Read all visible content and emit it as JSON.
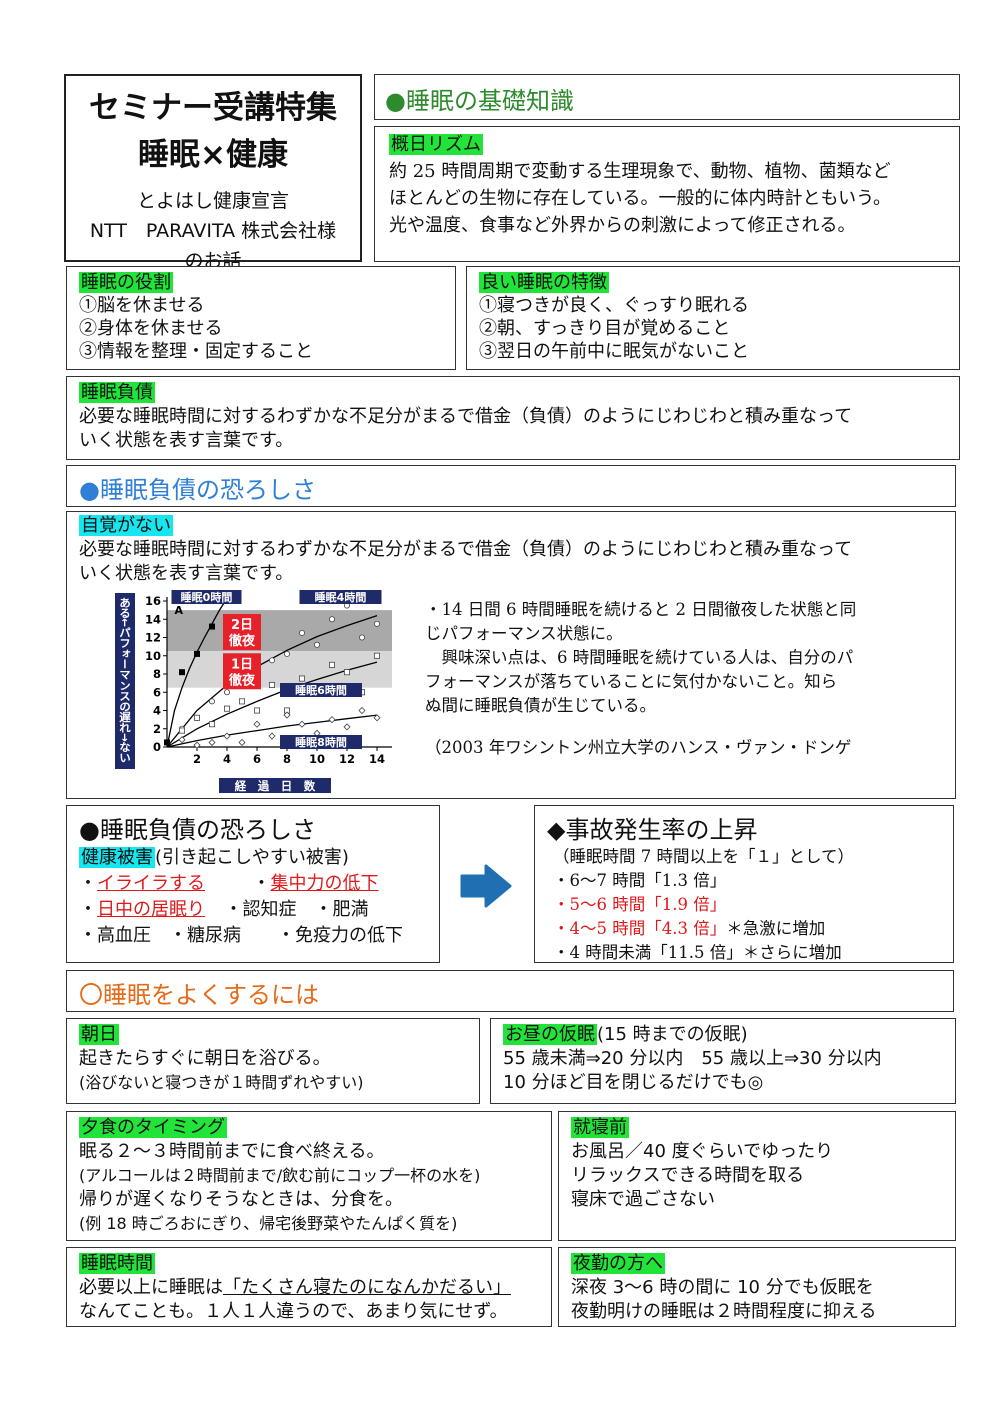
{
  "title_box": {
    "line1": "セミナー受講特集",
    "line2": "睡眠×健康",
    "line3": "とよはし健康宣言",
    "line4": "NTT　PARAVITA 株式会社様",
    "line5": "のお話"
  },
  "basics": {
    "header": "●睡眠の基礎知識",
    "circadian_label": "概日リズム",
    "circadian_lines": [
      "約 25 時間周期で変動する生理現象で、動物、植物、菌類など",
      "ほとんどの生物に存在している。一般的に体内時計ともいう。",
      "光や温度、食事など外界からの刺激によって修正される。"
    ]
  },
  "roles": {
    "label": "睡眠の役割",
    "items": [
      "①脳を休ませる",
      "②身体を休ませる",
      "③情報を整理・固定すること"
    ]
  },
  "good_sleep": {
    "label": "良い睡眠の特徴",
    "items": [
      "①寝つきが良く、ぐっすり眠れる",
      "②朝、すっきり目が覚めること",
      "③翌日の午前中に眠気がないこと"
    ]
  },
  "debt": {
    "label": "睡眠負債",
    "lines": [
      "必要な睡眠時間に対するわずかな不足分がまるで借金（負債）のようにじわじわと積み重なって",
      "いく状態を表す言葉です。"
    ]
  },
  "fear": {
    "header": "●睡眠負債の恐ろしさ",
    "label": "自覚がない",
    "lines": [
      "必要な睡眠時間に対するわずかな不足分がまるで借金（負債）のようにじわじわと積み重なって",
      "いく状態を表す言葉です。"
    ],
    "text_lines": [
      "・14 日間 6 時間睡眠を続けると 2 日間徹夜した状態と同",
      "じパフォーマンス状態に。",
      "　興味深い点は、6 時間睡眠を続けている人は、自分のパ",
      "フォーマンスが落ちていることに気付かないこと。知ら",
      "ぬ間に睡眠負債が生じている。"
    ],
    "source": "（2003 年ワシントン州立大学のハンス・ヴァン・ドンゲ"
  },
  "chart_data": {
    "type": "scatter",
    "ylabel": "ある←パフォーマンスの遅れ→ない",
    "xlabel": "経　過　日　数",
    "xticks": [
      2,
      4,
      6,
      8,
      10,
      12,
      14
    ],
    "yticks": [
      0,
      2,
      4,
      6,
      8,
      10,
      12,
      14,
      16
    ],
    "xlim": [
      0,
      15
    ],
    "ylim": [
      0,
      16
    ],
    "panel_letter": "A",
    "bands": [
      {
        "label_line1": "2日",
        "label_line2": "徹夜",
        "range": [
          10.5,
          15.0
        ],
        "color": "#a9a9a9"
      },
      {
        "label_line1": "1日",
        "label_line2": "徹夜",
        "range": [
          6.5,
          10.5
        ],
        "color": "#d6d6d6"
      }
    ],
    "series": [
      {
        "name": "睡眠0時間",
        "marker": "filled-square",
        "points": [
          [
            0,
            0.5
          ],
          [
            1,
            8.2
          ],
          [
            2,
            10.2
          ],
          [
            3,
            13.2
          ],
          [
            4,
            16.0
          ]
        ],
        "curve": [
          [
            0,
            0
          ],
          [
            0.5,
            4
          ],
          [
            1,
            6.5
          ],
          [
            1.5,
            8.6
          ],
          [
            2,
            10.4
          ],
          [
            2.5,
            12
          ],
          [
            3,
            13.5
          ],
          [
            3.5,
            15
          ],
          [
            4,
            16.3
          ]
        ]
      },
      {
        "name": "睡眠4時間",
        "marker": "circle",
        "points": [
          [
            1,
            2.0
          ],
          [
            2,
            3.2
          ],
          [
            3,
            5.0
          ],
          [
            4,
            6.0
          ],
          [
            5,
            7.8
          ],
          [
            6,
            8.2
          ],
          [
            7,
            9.5
          ],
          [
            8,
            10.2
          ],
          [
            9,
            12.5
          ],
          [
            10,
            11.2
          ],
          [
            11,
            14.0
          ],
          [
            12,
            15.5
          ],
          [
            13,
            12.0
          ],
          [
            14,
            13.5
          ]
        ],
        "curve": [
          [
            0,
            0
          ],
          [
            2,
            4
          ],
          [
            4,
            6.8
          ],
          [
            6,
            8.8
          ],
          [
            8,
            10.6
          ],
          [
            10,
            12.1
          ],
          [
            12,
            13.3
          ],
          [
            14,
            14.4
          ]
        ]
      },
      {
        "name": "睡眠6時間",
        "marker": "open-square",
        "points": [
          [
            1,
            1.8
          ],
          [
            2,
            3.2
          ],
          [
            3,
            2.5
          ],
          [
            4,
            4.2
          ],
          [
            5,
            5.0
          ],
          [
            6,
            4.0
          ],
          [
            7,
            6.8
          ],
          [
            8,
            4.0
          ],
          [
            9,
            7.5
          ],
          [
            10,
            6.5
          ],
          [
            11,
            9.0
          ],
          [
            12,
            8.2
          ],
          [
            13,
            6.0
          ],
          [
            14,
            10.0
          ]
        ],
        "curve": [
          [
            0,
            0
          ],
          [
            2,
            2
          ],
          [
            4,
            3.6
          ],
          [
            6,
            5.0
          ],
          [
            8,
            6.3
          ],
          [
            10,
            7.4
          ],
          [
            12,
            8.4
          ],
          [
            14,
            9.3
          ]
        ]
      },
      {
        "name": "睡眠8時間",
        "marker": "diamond",
        "points": [
          [
            1,
            0.8
          ],
          [
            2,
            0.2
          ],
          [
            3,
            0.5
          ],
          [
            4,
            1.2
          ],
          [
            5,
            0.5
          ],
          [
            6,
            2.5
          ],
          [
            7,
            1.2
          ],
          [
            8,
            3.5
          ],
          [
            9,
            2.5
          ],
          [
            10,
            1.5
          ],
          [
            11,
            3.0
          ],
          [
            12,
            2.2
          ],
          [
            13,
            4.0
          ],
          [
            14,
            3.2
          ]
        ],
        "curve": [
          [
            0,
            0
          ],
          [
            2,
            0.7
          ],
          [
            4,
            1.3
          ],
          [
            6,
            1.8
          ],
          [
            8,
            2.3
          ],
          [
            10,
            2.7
          ],
          [
            12,
            3.1
          ],
          [
            14,
            3.5
          ]
        ]
      }
    ]
  },
  "health": {
    "header": "●睡眠負債の恐ろしさ",
    "label": "健康被害",
    "label_suffix": "(引き起こしやすい被害)",
    "row1_a": "・",
    "row1_a_text": "イライラする",
    "row1_b": "・",
    "row1_b_text": "集中力の低下",
    "row2_a": "・",
    "row2_a_text": "日中の居眠り",
    "row2_b": "・認知症　・肥満",
    "row3": "・高血圧　・糖尿病　　・免疫力の低下"
  },
  "accident": {
    "header": "◆事故発生率の上昇",
    "lines": [
      "（睡眠時間 7 時間以上を「１」として）",
      "・6～7 時間「1.3 倍」"
    ],
    "red1": "・5～6 時間「1.9 倍」",
    "red2": "・4～5 時間「4.3 倍」",
    "red2_suffix": "＊急激に増加",
    "last": "・4 時間未満「11.5 倍」＊さらに増加"
  },
  "improve": {
    "header": "〇睡眠をよくするには"
  },
  "morning": {
    "label": "朝日",
    "line1": "起きたらすぐに朝日を浴びる。",
    "line2": "(浴びないと寝つきが１時間ずれやすい)"
  },
  "nap": {
    "label": "お昼の仮眠",
    "label_suffix": "(15 時までの仮眠)",
    "line1": "55 歳未満⇒20 分以内　55 歳以上⇒30 分以内",
    "line2": "10 分ほど目を閉じるだけでも◎"
  },
  "dinner": {
    "label": "夕食のタイミング",
    "line1": "眠る２～３時間前までに食べ終える。",
    "line2": "(アルコールは２時間前まで/飲む前にコップ一杯の水を)",
    "line3": "帰りが遅くなりそうなときは、分食を。",
    "line4": "(例 18 時ごろおにぎり、帰宅後野菜やたんぱく質を)"
  },
  "bedtime": {
    "label": "就寝前",
    "line1": "お風呂／40 度ぐらいでゆったり",
    "line2": "リラックスできる時間を取る",
    "line3": "寝床で過ごさない"
  },
  "sleeptime": {
    "label": "睡眠時間",
    "line1_pre": "必要以上に睡眠は",
    "line1_u": "「たくさん寝たのになんかだるい」",
    "line2": "なんてことも。１人１人違うので、あまり気にせず。"
  },
  "night": {
    "label": "夜勤の方へ",
    "line1": "深夜 3～6 時の間に 10 分でも仮眠を",
    "line2": "夜勤明けの睡眠は２時間程度に抑える"
  },
  "colors": {
    "highlight_green": "#22e33a",
    "highlight_cyan": "#16e6f0",
    "accent_blue": "#2f7fd6",
    "accent_orange": "#e46b18",
    "alert_red": "#e0191b",
    "arrow_blue": "#1f6fb2",
    "chart_label_navy": "#1f2a6b"
  }
}
